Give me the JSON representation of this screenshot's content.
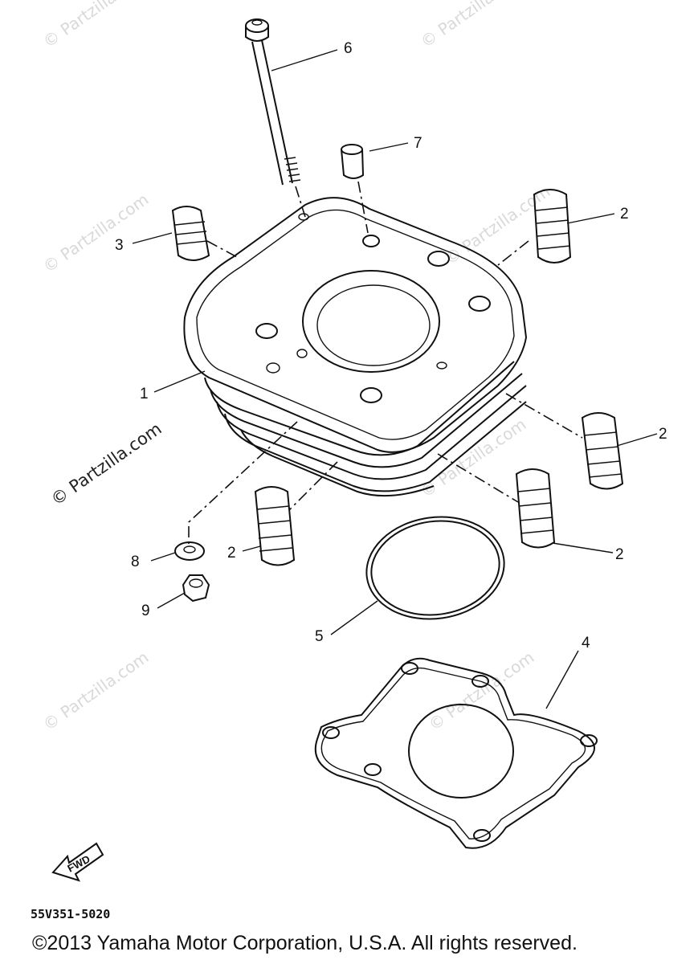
{
  "watermark": "© Partzilla.com",
  "callouts": {
    "c1": "1",
    "c2a": "2",
    "c2b": "2",
    "c2c": "2",
    "c2d": "2",
    "c3": "3",
    "c4": "4",
    "c5": "5",
    "c6": "6",
    "c7": "7",
    "c8": "8",
    "c9": "9"
  },
  "direction_label": "FWD",
  "diagram_code": "55V351-5020",
  "copyright": "©2013 Yamaha Motor Corporation, U.S.A. All rights reserved."
}
